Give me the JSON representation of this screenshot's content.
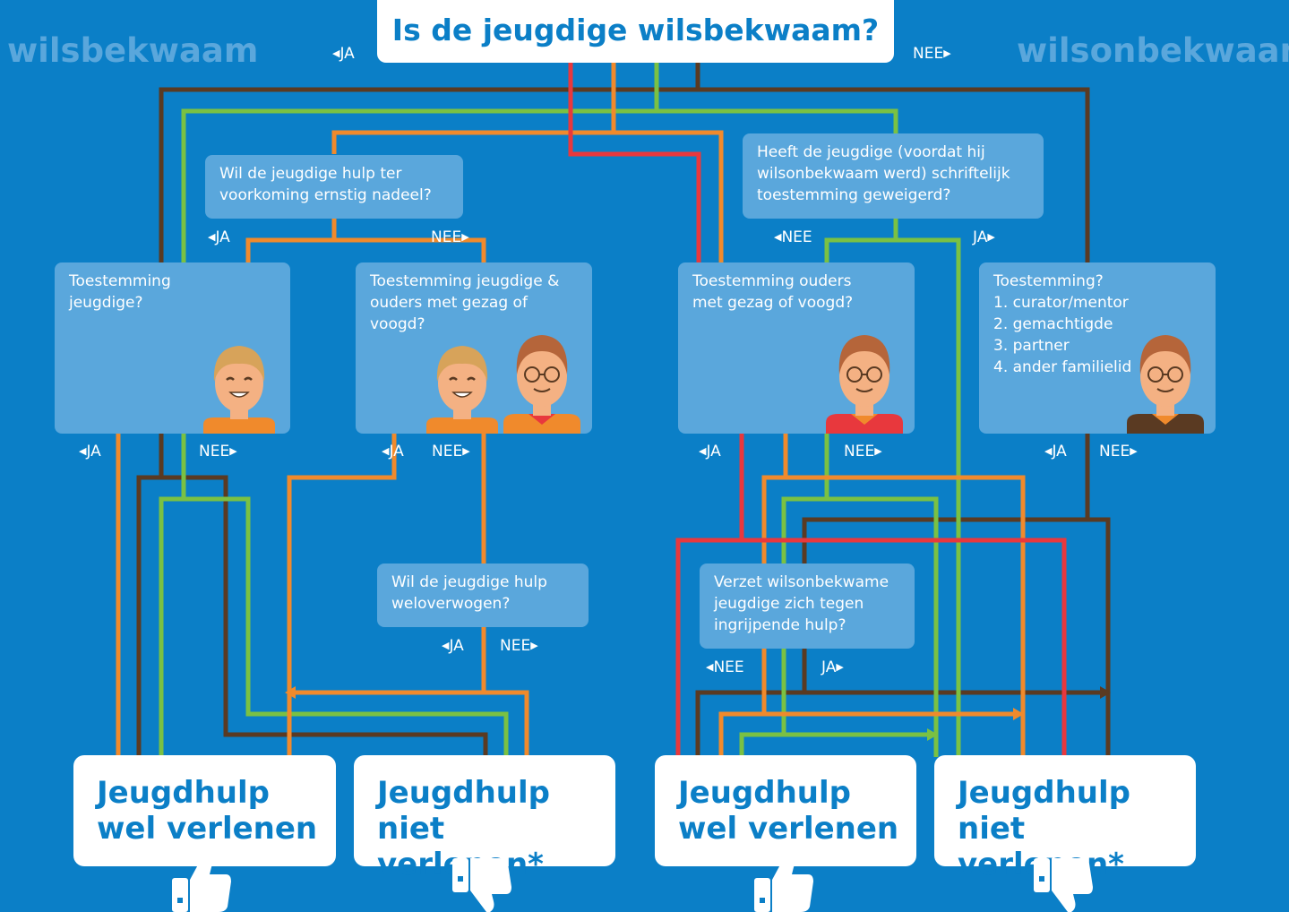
{
  "title": "Is de jeugdige wilsbekwaam?",
  "left_heading": "wilsbekwaam",
  "right_heading": "wilsonbekwaam",
  "title_branches": {
    "left": "JA",
    "right": "NEE"
  },
  "questions": {
    "hulp_ter_voorkoming": "Wil de jeugdige hulp ter\nvoorkoming ernstig nadeel?",
    "schriftelijk_geweigerd": "Heeft de jeugdige (voordat hij\nwilsonbekwaam werd) schriftelijk\ntoestemming geweigerd?",
    "toestemming_jeugdige": "Toestemming\njeugdige?",
    "toestemming_jeugdige_ouders": "Toestemming jeugdige &\nouders met gezag of voogd?",
    "toestemming_ouders": "Toestemming ouders\nmet gezag of voogd?",
    "toestemming_vertegenwoordiger": "Toestemming?\n1. curator/mentor\n2. gemachtigde\n3. partner\n4. ander familielid",
    "weloverwogen": "Wil de jeugdige hulp\nweloverwogen?",
    "verzet": "Verzet wilsonbekwame\njeugdige zich tegen\ningrijpende hulp?"
  },
  "branch_labels": {
    "ja": "JA",
    "nee": "NEE"
  },
  "results": {
    "wel": "Jeugdhulp\nwel verlenen",
    "niet": "Jeugdhulp\nniet verlenen*"
  },
  "colors": {
    "background": "#0b7fc7",
    "box": "#5aa7dc",
    "orange_line": "#f08a2c",
    "green_line": "#7ac143",
    "red_line": "#e8383d",
    "brown_line": "#5a3a22",
    "result_text": "#0b7fc7"
  },
  "icons": [
    "thumbs-up-icon",
    "thumbs-down-icon",
    "youth-avatar-icon",
    "adult-avatar-icon"
  ]
}
